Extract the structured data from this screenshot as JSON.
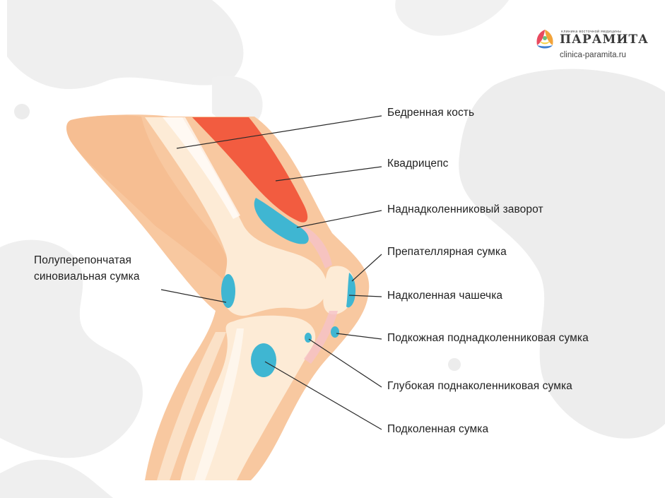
{
  "brand": {
    "tagline": "клиника восточной медицины",
    "name": "ПАРАМИТА",
    "url": "clinica-paramita.ru",
    "icon": "lotus-logo-icon"
  },
  "labels": {
    "femur": "Бедренная кость",
    "quadriceps": "Квадрицепс",
    "suprapatellar": "Наднадколенниковый заворот",
    "prepatellar": "Препателлярная сумка",
    "patella": "Надколенная чашечка",
    "subcutaneous_infrapatellar": "Подкожная поднадколенниковая сумка",
    "deep_infrapatellar": "Глубокая поднаколенниковая сумка",
    "popliteal": "Подколенная сумка",
    "semimembranosus_line1": "Полуперепончатая",
    "semimembranosus_line2": "синовиальная сумка"
  },
  "colors": {
    "skin": "#f8c8a0",
    "bone": "#fdebd6",
    "muscle": "#f25c40",
    "bursa": "#3fb6d2",
    "background_blob": "#efefef",
    "text": "#1f1f1f"
  }
}
